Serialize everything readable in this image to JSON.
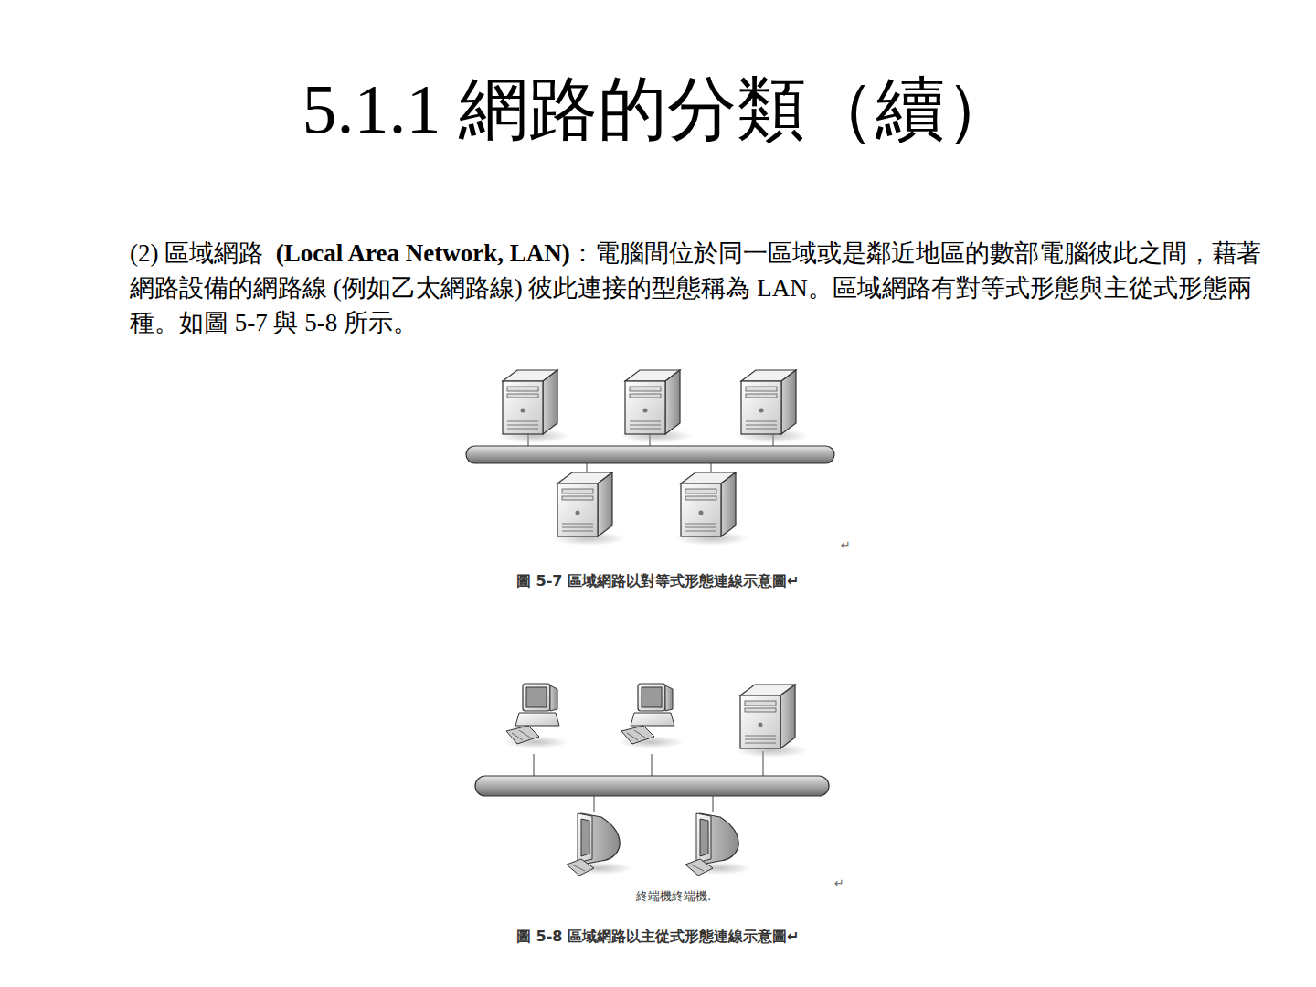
{
  "diagram": {
    "title": "5.1.1 網路的分類（續）",
    "labels": [
      "(2) 區域網路",
      "(Local Area Network, LAN)",
      "：電腦間位於同一區域或是鄰近地區的數部電腦彼此之間，藉著網路設備的網路線 (例如乙太網路線) 彼此連接的型態稱為 LAN。區域網路有對等式形態與主從式形態兩種。如圖 5-7 與 5-8 所示。",
      "↵",
      "圖 5-7 區域網路以對等式形態連線示意圖↵",
      "終端機終端機.",
      "↵",
      "圖 5-8 區域網路以主從式形態連線示意圖↵"
    ]
  }
}
